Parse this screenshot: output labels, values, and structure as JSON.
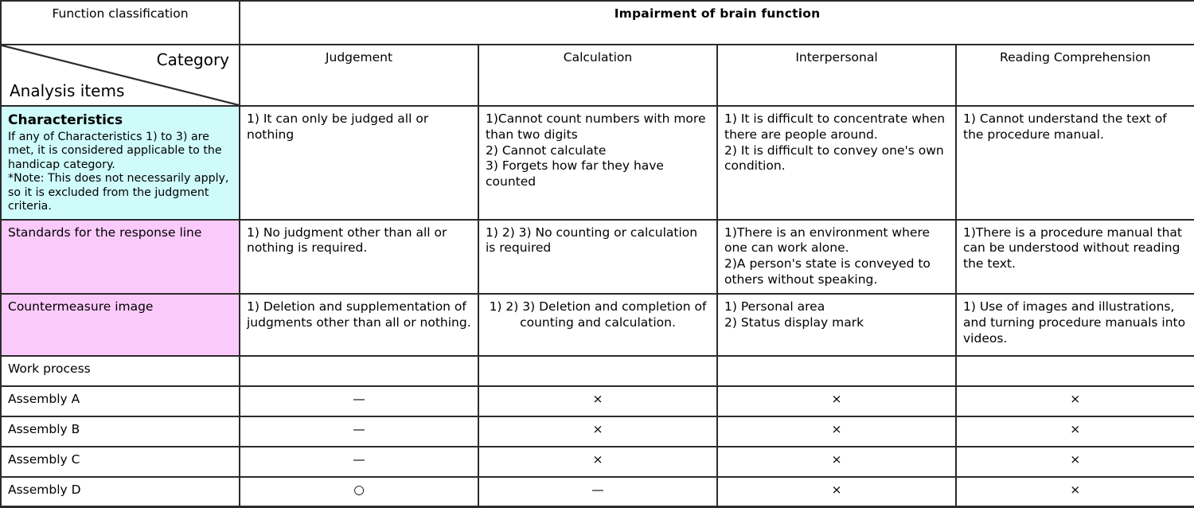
{
  "header": {
    "function_classification_label": "Function classification",
    "banner_title": "Impairment of brain function",
    "corner_category_label": "Category",
    "corner_analysis_label": "Analysis items"
  },
  "colors": {
    "banner_bg": "#FCFCCD",
    "characteristics_bg": "#CFFBFB",
    "standards_bg": "#FBCAFC",
    "countermeasure_bg": "#FBCAFC",
    "grid_line": "#2B2B2B",
    "text": "#000000"
  },
  "categories": [
    "Judgement",
    "Calculation",
    "Interpersonal",
    "Reading Comprehension"
  ],
  "rows": [
    {
      "label_title": "Characteristics",
      "label_body": "If any of Characteristics 1) to 3) are met, it is considered applicable to the handicap category.\n*Note: This does not necessarily apply, so it is excluded from the judgment criteria.",
      "cells": [
        "1) It can only be judged all or nothing",
        "1)Cannot count numbers with more than two digits\n2) Cannot calculate\n3) Forgets how far they have counted",
        "1) It is difficult to concentrate when there are people around.\n2) It is difficult to convey one's own condition.",
        "1) Cannot understand the text of the procedure manual."
      ]
    },
    {
      "label_title": "Standards for the response line",
      "label_body": "",
      "cells": [
        "1) No judgment other than all or nothing is required.",
        "1) 2) 3) No counting or calculation is required",
        "1)There is an environment where one can work alone.\n2)A person's state is conveyed to others without speaking.",
        "1)There is a procedure manual that can be understood without reading the text."
      ]
    },
    {
      "label_title": "Countermeasure image",
      "label_body": "",
      "cells": [
        "1) Deletion and supplementation of judgments other than all or nothing.",
        "1) 2) 3) Deletion and completion of counting and calculation.",
        "1) Personal area\n2) Status display mark",
        "1) Use of images and illustrations, and turning procedure manuals into videos."
      ]
    }
  ],
  "work_process": {
    "label": "Work process",
    "cells": [
      "",
      "",
      "",
      ""
    ]
  },
  "assemblies": [
    {
      "label": "Assembly A",
      "marks": [
        "—",
        "×",
        "×",
        "×"
      ]
    },
    {
      "label": "Assembly B",
      "marks": [
        "—",
        "×",
        "×",
        "×"
      ]
    },
    {
      "label": "Assembly C",
      "marks": [
        "—",
        "×",
        "×",
        "×"
      ]
    },
    {
      "label": "Assembly D",
      "marks": [
        "○",
        "—",
        "×",
        "×"
      ]
    }
  ]
}
